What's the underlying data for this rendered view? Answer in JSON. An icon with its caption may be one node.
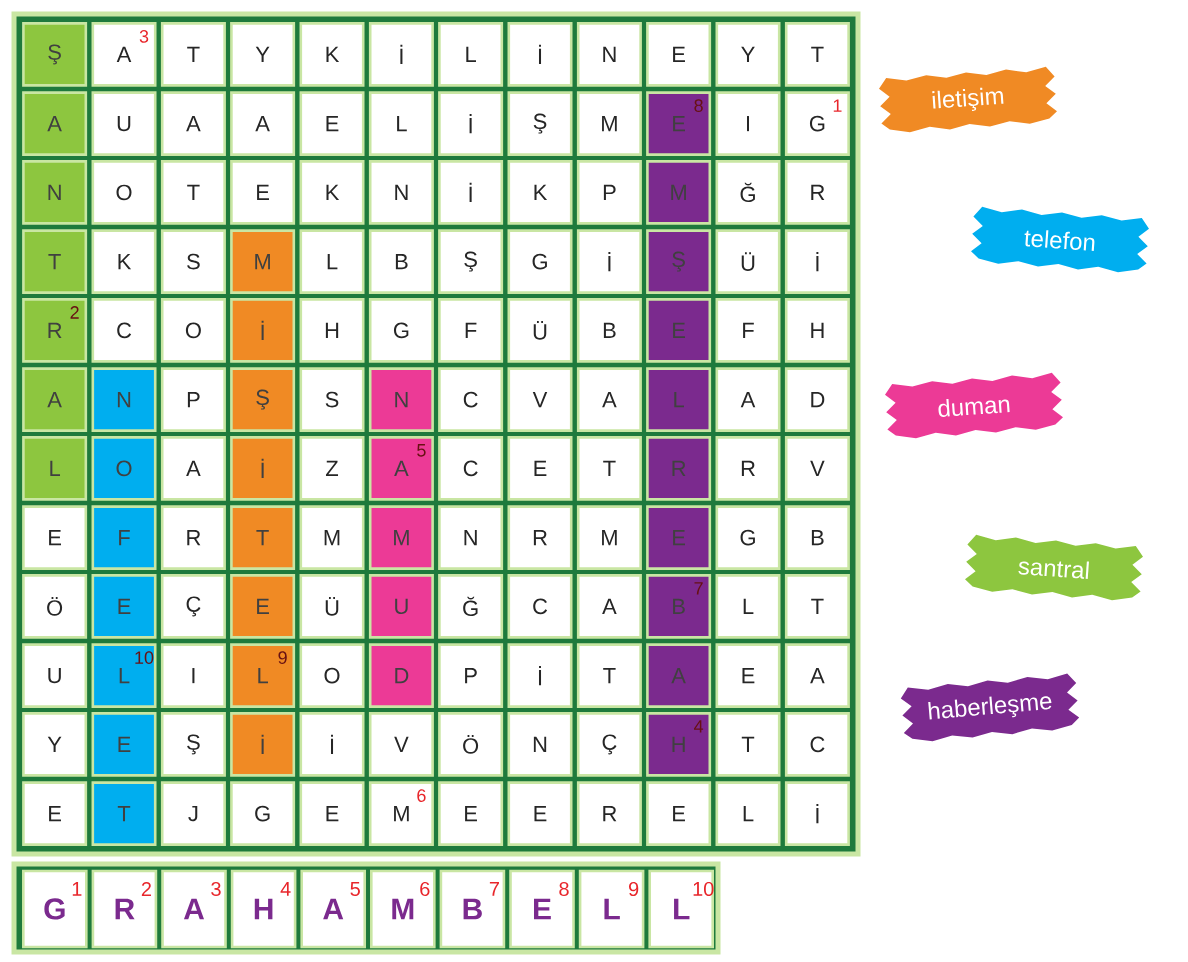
{
  "diagram": {
    "labels": [
      "Ş",
      "A",
      "3",
      "T",
      "Y",
      "K",
      "İ",
      "L",
      "İ",
      "N",
      "E",
      "Y",
      "T",
      "A",
      "U",
      "A",
      "A",
      "E",
      "L",
      "İ",
      "Ş",
      "M",
      "E",
      "8",
      "I",
      "G",
      "1",
      "N",
      "O",
      "T",
      "E",
      "K",
      "N",
      "İ",
      "K",
      "P",
      "M",
      "Ğ",
      "R",
      "T",
      "K",
      "S",
      "M",
      "L",
      "B",
      "Ş",
      "G",
      "İ",
      "Ş",
      "Ü",
      "İ",
      "R",
      "2",
      "C",
      "O",
      "İ",
      "H",
      "G",
      "F",
      "Ü",
      "B",
      "E",
      "F",
      "H",
      "A",
      "N",
      "P",
      "Ş",
      "S",
      "N",
      "C",
      "V",
      "A",
      "L",
      "A",
      "D",
      "L",
      "O",
      "A",
      "İ",
      "Z",
      "A",
      "5",
      "C",
      "E",
      "T",
      "R",
      "R",
      "V",
      "E",
      "F",
      "R",
      "T",
      "M",
      "M",
      "N",
      "R",
      "M",
      "E",
      "G",
      "B",
      "Ö",
      "E",
      "Ç",
      "E",
      "Ü",
      "U",
      "Ğ",
      "C",
      "A",
      "B",
      "7",
      "L",
      "T",
      "U",
      "L",
      "10",
      "I",
      "L",
      "9",
      "O",
      "D",
      "P",
      "İ",
      "T",
      "A",
      "E",
      "A",
      "Y",
      "E",
      "Ş",
      "İ",
      "İ",
      "V",
      "Ö",
      "N",
      "Ç",
      "H",
      "4",
      "T",
      "C",
      "E",
      "T",
      "J",
      "G",
      "E",
      "M",
      "6",
      "E",
      "E",
      "R",
      "E",
      "L",
      "İ",
      "G",
      "1",
      "R",
      "2",
      "A",
      "3",
      "H",
      "4",
      "A",
      "5",
      "M",
      "6",
      "B",
      "7",
      "E",
      "8",
      "L",
      "9",
      "L",
      "10"
    ],
    "legend": [
      {
        "text": "iletişim",
        "color": "#f08a24"
      },
      {
        "text": "telefon",
        "color": "#00aeef"
      },
      {
        "text": "duman",
        "color": "#ec3a96"
      },
      {
        "text": "santral",
        "color": "#8dc63f"
      },
      {
        "text": "haberleşme",
        "color": "#7b2a8e"
      }
    ]
  }
}
